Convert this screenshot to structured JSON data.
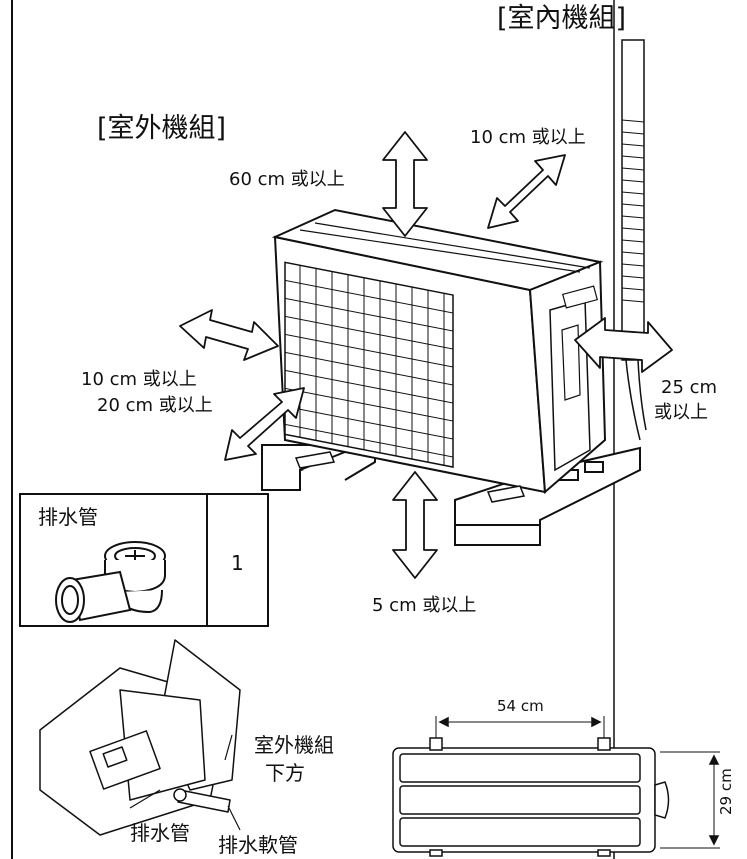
{
  "labels": {
    "indoor_unit": "[室內機組]",
    "outdoor_unit": "[室外機組]",
    "clear_top": "60 cm 或以上",
    "clear_back": "10 cm 或以上",
    "clear_left_1": "10 cm 或以上",
    "clear_left_2": "20 cm 或以上",
    "clear_right_1": "25 cm",
    "clear_right_2": "或以上",
    "clear_bottom": "5 cm 或以上",
    "drain_part_name": "排水管",
    "drain_part_qty": "1",
    "under_outdoor_1": "室外機組",
    "under_outdoor_2": "下方",
    "drain_pipe": "排水管",
    "drain_hose": "排水軟管",
    "dim_width": "54 cm",
    "dim_depth": "29 cm"
  }
}
